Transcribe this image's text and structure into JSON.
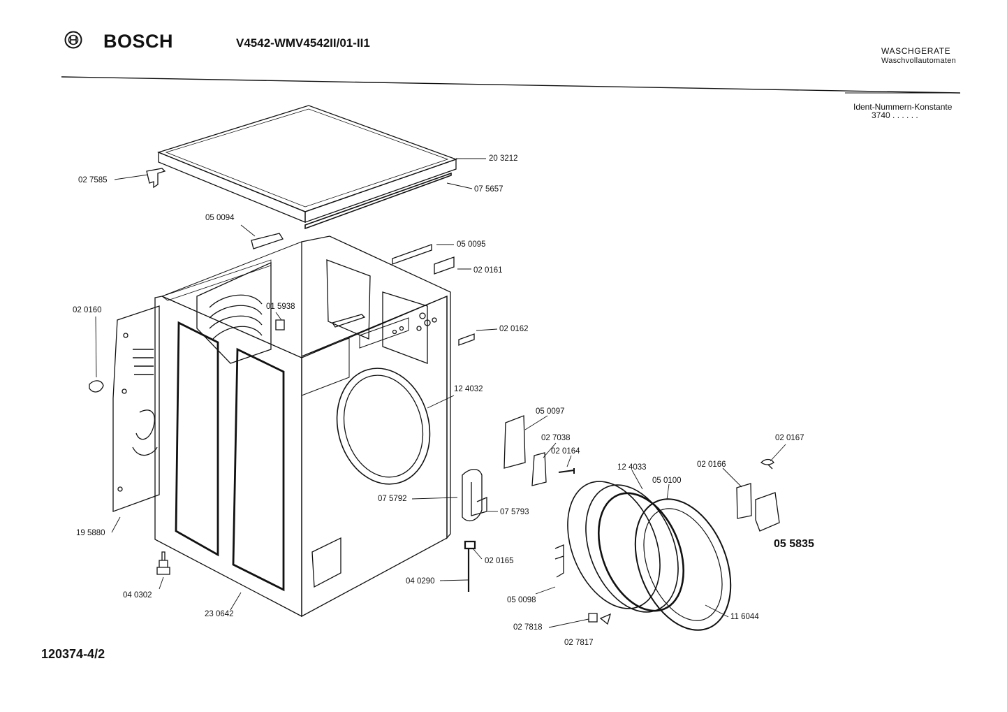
{
  "header": {
    "brand": "BOSCH",
    "model": "V4542-WMV4542II/01-II1",
    "category_line1": "WASCHGERATE",
    "category_line2": "Waschvollautomaten",
    "ident_label": "Ident-Nummern-Konstante",
    "ident_value": "3740  . .  . . . ."
  },
  "footer": {
    "doc_number": "120374-4/2"
  },
  "parts": [
    {
      "id": "p203212",
      "label": "20 3212"
    },
    {
      "id": "p027585",
      "label": "02 7585"
    },
    {
      "id": "p075657",
      "label": "07 5657"
    },
    {
      "id": "p050094",
      "label": "05 0094"
    },
    {
      "id": "p050095",
      "label": "05 0095"
    },
    {
      "id": "p020161",
      "label": "02 0161"
    },
    {
      "id": "p020160",
      "label": "02 0160"
    },
    {
      "id": "p015938",
      "label": "01 5938"
    },
    {
      "id": "p020162",
      "label": "02 0162"
    },
    {
      "id": "p124032",
      "label": "12 4032"
    },
    {
      "id": "p050097",
      "label": "05 0097"
    },
    {
      "id": "p027038",
      "label": "02 7038"
    },
    {
      "id": "p020164",
      "label": "02 0164"
    },
    {
      "id": "p020167",
      "label": "02 0167"
    },
    {
      "id": "p124033",
      "label": "12 4033"
    },
    {
      "id": "p050100",
      "label": "05 0100"
    },
    {
      "id": "p020166",
      "label": "02 0166"
    },
    {
      "id": "p075792",
      "label": "07 5792"
    },
    {
      "id": "p075793",
      "label": "07 5793"
    },
    {
      "id": "p055835",
      "label": "05 5835"
    },
    {
      "id": "p195880",
      "label": "19 5880"
    },
    {
      "id": "p020165",
      "label": "02 0165"
    },
    {
      "id": "p040290",
      "label": "04 0290"
    },
    {
      "id": "p050098",
      "label": "05 0098"
    },
    {
      "id": "p040302",
      "label": "04 0302"
    },
    {
      "id": "p230642",
      "label": "23 0642"
    },
    {
      "id": "p116044",
      "label": "11 6044"
    },
    {
      "id": "p027818",
      "label": "02 7818"
    },
    {
      "id": "p027817",
      "label": "02 7817"
    }
  ]
}
